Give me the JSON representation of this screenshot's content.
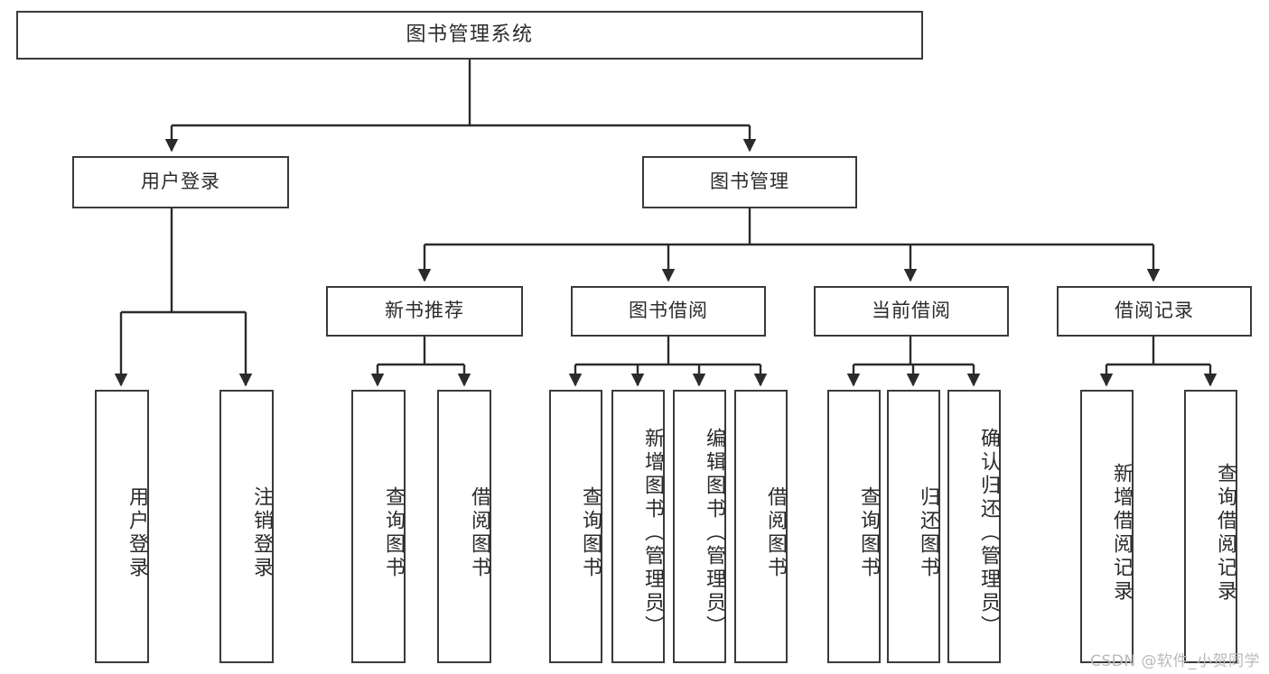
{
  "diagram": {
    "title": "图书管理系统",
    "type": "hierarchy-tree",
    "watermark": "CSDN @软件_小贺同学",
    "colors": {
      "box_border": "#3a3a3a",
      "box_fill": "#ffffff",
      "connector": "#2b2b2b",
      "text": "#2b2b2b",
      "watermark": "#b9b9b9",
      "background": "#ffffff"
    },
    "levels": [
      {
        "level": 1,
        "nodes": [
          {
            "id": "root",
            "label": "图书管理系统",
            "orientation": "horizontal"
          }
        ]
      },
      {
        "level": 2,
        "nodes": [
          {
            "id": "login",
            "label": "用户登录",
            "orientation": "horizontal",
            "parent": "root"
          },
          {
            "id": "bookmgmt",
            "label": "图书管理",
            "orientation": "horizontal",
            "parent": "root"
          }
        ]
      },
      {
        "level": 3,
        "nodes": [
          {
            "id": "newbook",
            "label": "新书推荐",
            "orientation": "horizontal",
            "parent": "bookmgmt"
          },
          {
            "id": "borrow",
            "label": "图书借阅",
            "orientation": "horizontal",
            "parent": "bookmgmt"
          },
          {
            "id": "current",
            "label": "当前借阅",
            "orientation": "horizontal",
            "parent": "bookmgmt"
          },
          {
            "id": "records",
            "label": "借阅记录",
            "orientation": "horizontal",
            "parent": "bookmgmt"
          }
        ]
      },
      {
        "level": 4,
        "nodes": [
          {
            "id": "leaf1",
            "label": "用户登录",
            "orientation": "vertical",
            "parent": "login"
          },
          {
            "id": "leaf2",
            "label": "注销登录",
            "orientation": "vertical",
            "parent": "login"
          },
          {
            "id": "leaf3",
            "label": "查询图书",
            "orientation": "vertical",
            "parent": "newbook"
          },
          {
            "id": "leaf4",
            "label": "借阅图书",
            "orientation": "vertical",
            "parent": "newbook"
          },
          {
            "id": "leaf5",
            "label": "查询图书",
            "orientation": "vertical",
            "parent": "borrow"
          },
          {
            "id": "leaf6",
            "label": "新增图书（管理员）",
            "orientation": "vertical",
            "parent": "borrow"
          },
          {
            "id": "leaf7",
            "label": "编辑图书（管理员）",
            "orientation": "vertical",
            "parent": "borrow"
          },
          {
            "id": "leaf8",
            "label": "借阅图书",
            "orientation": "vertical",
            "parent": "borrow"
          },
          {
            "id": "leaf9",
            "label": "查询图书",
            "orientation": "vertical",
            "parent": "current"
          },
          {
            "id": "leaf10",
            "label": "归还图书",
            "orientation": "vertical",
            "parent": "current"
          },
          {
            "id": "leaf11",
            "label": "确认归还（管理员）",
            "orientation": "vertical",
            "parent": "current"
          },
          {
            "id": "leaf12",
            "label": "新增借阅记录",
            "orientation": "vertical",
            "parent": "records"
          },
          {
            "id": "leaf13",
            "label": "查询借阅记录",
            "orientation": "vertical",
            "parent": "records"
          }
        ]
      }
    ]
  }
}
